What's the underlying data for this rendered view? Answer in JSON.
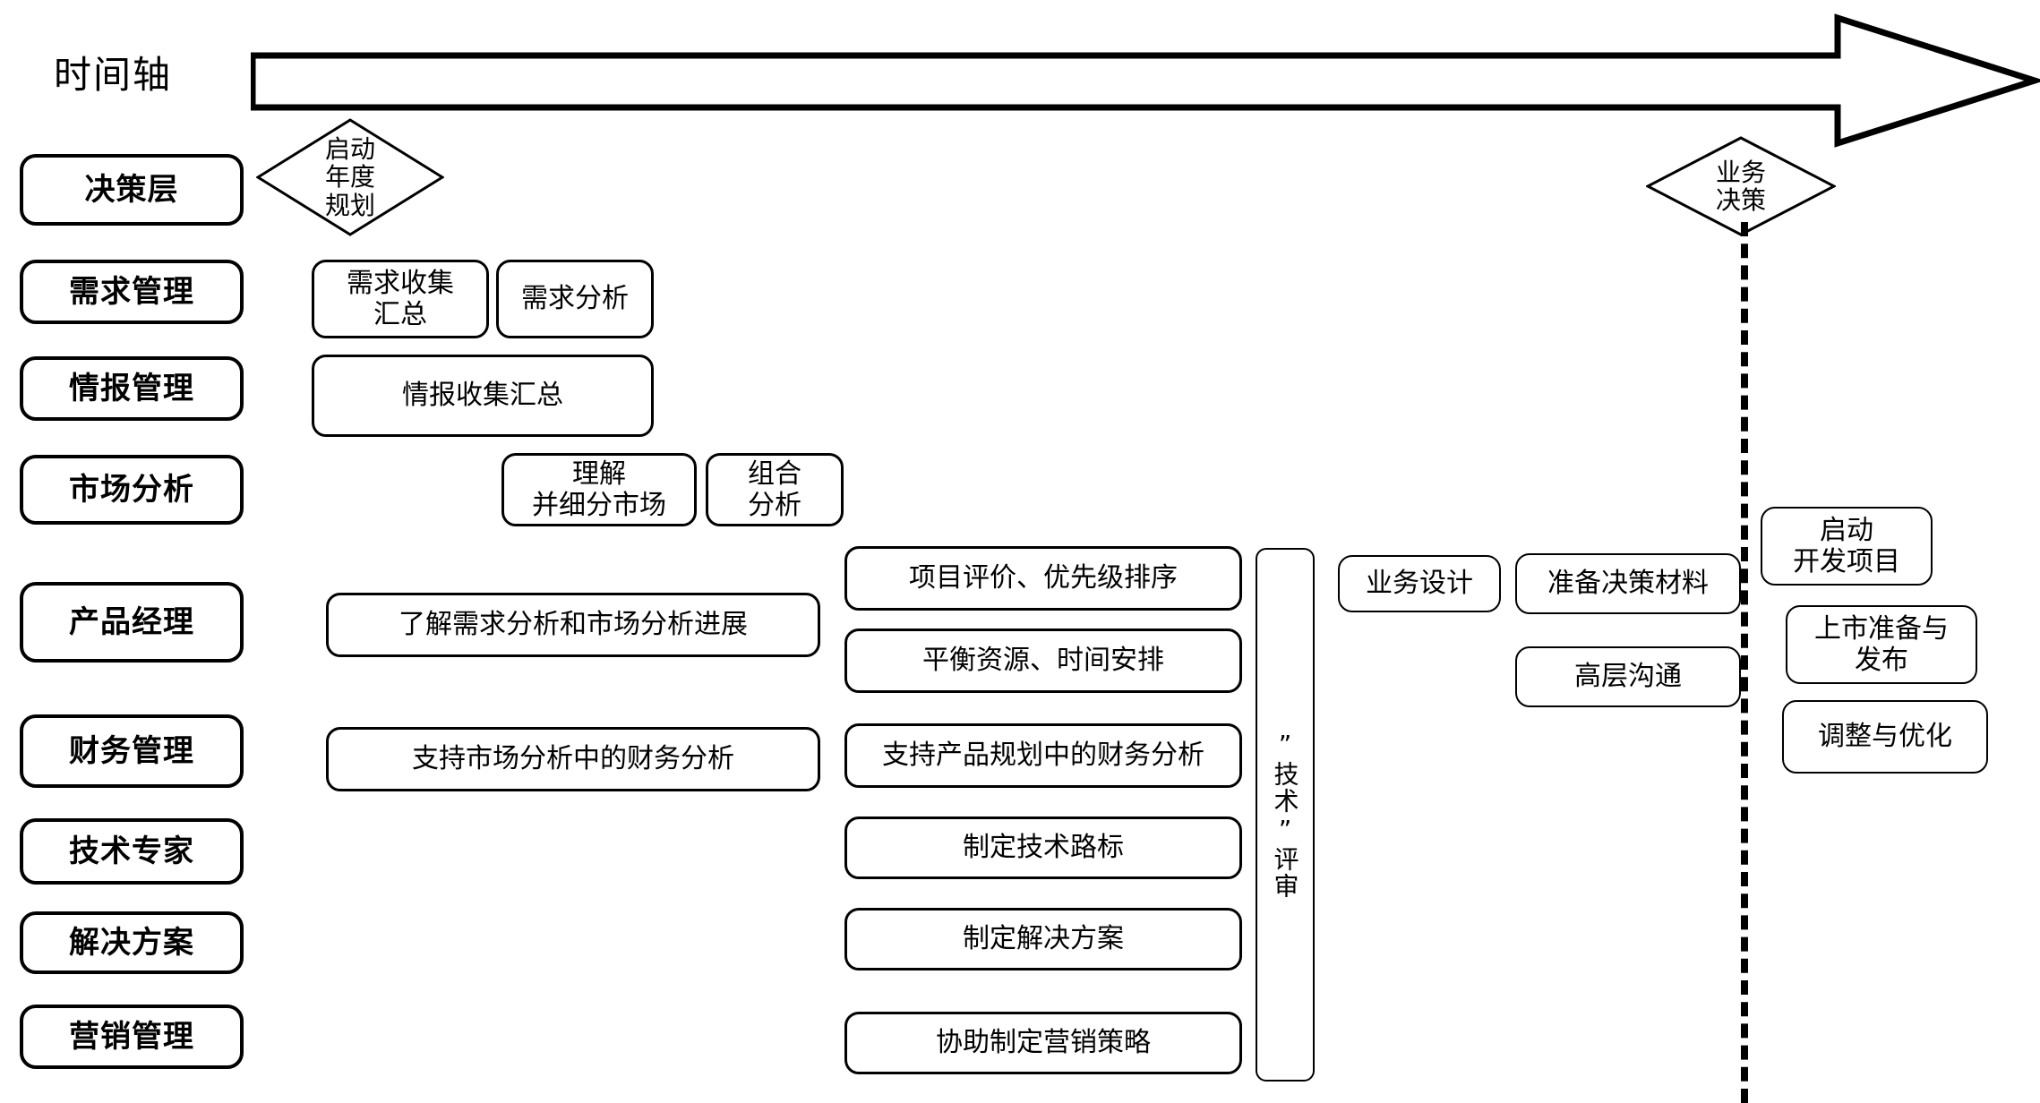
{
  "diagram": {
    "title_label": "时间轴",
    "timeline": {
      "arrow_name": "timeline-arrow",
      "direction": "left-to-right"
    },
    "lanes": [
      {
        "id": "decision",
        "label": "决策层"
      },
      {
        "id": "demand",
        "label": "需求管理"
      },
      {
        "id": "intel",
        "label": "情报管理"
      },
      {
        "id": "market",
        "label": "市场分析"
      },
      {
        "id": "product",
        "label": "产品经理"
      },
      {
        "id": "finance",
        "label": "财务管理"
      },
      {
        "id": "tech",
        "label": "技术专家"
      },
      {
        "id": "solution",
        "label": "解决方案"
      },
      {
        "id": "marketing",
        "label": "营销管理"
      }
    ],
    "milestones": [
      {
        "id": "annual-plan",
        "label": "启动\n年度\n规划"
      },
      {
        "id": "business-decision",
        "label": "业务\n决策"
      }
    ],
    "tasks": {
      "demand": [
        {
          "id": "demand-collect",
          "label": "需求收集\n汇总"
        },
        {
          "id": "demand-analysis",
          "label": "需求分析"
        }
      ],
      "intel": [
        {
          "id": "intel-collect",
          "label": "情报收集汇总"
        }
      ],
      "market": [
        {
          "id": "market-segment",
          "label": "理解\n并细分市场"
        },
        {
          "id": "portfolio",
          "label": "组合\n分析"
        }
      ],
      "product": [
        {
          "id": "know-progress",
          "label": "了解需求分析和市场分析进展"
        },
        {
          "id": "project-eval",
          "label": "项目评价、优先级排序"
        },
        {
          "id": "business-design",
          "label": "业务设计"
        },
        {
          "id": "prep-material",
          "label": "准备决策材料"
        },
        {
          "id": "start-dev",
          "label": "启动\n开发项目"
        },
        {
          "id": "balance-res",
          "label": "平衡资源、时间安排"
        },
        {
          "id": "exec-comm",
          "label": "高层沟通"
        },
        {
          "id": "launch-prep",
          "label": "上市准备与\n发布"
        },
        {
          "id": "adjust-opt",
          "label": "调整与优化"
        }
      ],
      "finance": [
        {
          "id": "fin-market",
          "label": "支持市场分析中的财务分析"
        },
        {
          "id": "fin-product",
          "label": "支持产品规划中的财务分析"
        }
      ],
      "tech": [
        {
          "id": "tech-roadmap",
          "label": "制定技术路标"
        }
      ],
      "solution": [
        {
          "id": "make-solution",
          "label": "制定解决方案"
        }
      ],
      "marketing": [
        {
          "id": "marketing-strategy",
          "label": "协助制定营销策略"
        }
      ],
      "review": [
        {
          "id": "tech-review",
          "label": "”技术”评审"
        }
      ]
    },
    "colors": {
      "stroke": "#000000",
      "background": "#ffffff",
      "text": "#000000"
    }
  }
}
